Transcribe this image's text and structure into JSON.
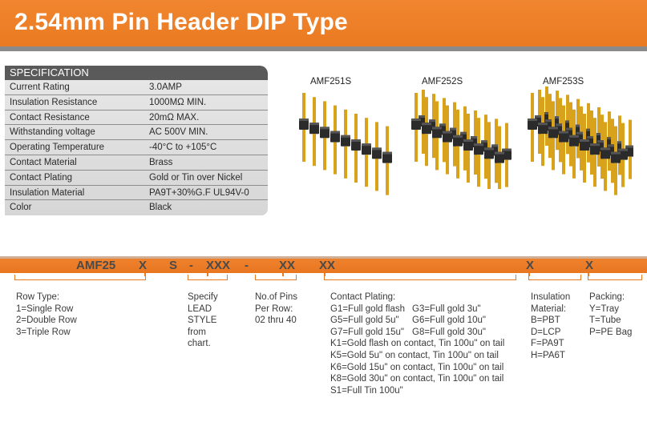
{
  "header": {
    "title": "2.54mm Pin Header  DIP Type"
  },
  "spec": {
    "heading": "SPECIFICATION",
    "rows": [
      {
        "label": "Current Rating",
        "value": "3.0AMP"
      },
      {
        "label": "Insulation Resistance",
        "value": "1000MΩ MIN."
      },
      {
        "label": "Contact Resistance",
        "value": "20mΩ MAX."
      },
      {
        "label": "Withstanding voltage",
        "value": "AC 500V MIN."
      },
      {
        "label": "Operating Temperature",
        "value": "-40°C to +105°C"
      },
      {
        "label": "Contact Material",
        "value": "Brass"
      },
      {
        "label": "Contact Plating",
        "value": "Gold or Tin over Nickel"
      },
      {
        "label": "Insulation Material",
        "value": "PA9T+30%G.F UL94V-0"
      },
      {
        "label": "Color",
        "value": "Black"
      }
    ]
  },
  "products": [
    {
      "name": "AMF251S",
      "rows": 1
    },
    {
      "name": "AMF252S",
      "rows": 2
    },
    {
      "name": "AMF253S",
      "rows": 3
    }
  ],
  "part_code": {
    "segments": [
      "AMF25",
      "X",
      "S",
      "-",
      "XXX",
      "-",
      "XX",
      "XX",
      "X",
      "X"
    ]
  },
  "descriptions": {
    "row_type": [
      "Row Type:",
      "1=Single Row",
      "2=Double Row",
      "3=Triple Row"
    ],
    "lead_style": [
      "Specify",
      "LEAD",
      "STYLE",
      "from",
      "chart."
    ],
    "pins": [
      "No.of Pins",
      "Per Row:",
      "02 thru 40"
    ],
    "plating_title": "Contact  Plating:",
    "plating_col1": [
      "G1=Full gold flash",
      "G5=Full gold 5u\"",
      "G7=Full gold 15u\""
    ],
    "plating_col2": [
      "G3=Full gold 3u\"",
      "G6=Full gold 10u\"",
      "G8=Full gold 30u\""
    ],
    "plating_lines": [
      "K1=Gold flash on contact, Tin 100u\"  on tail",
      "K5=Gold 5u\" on contact, Tin 100u\"  on tail",
      "K6=Gold 15u\" on contact, Tin 100u\"  on tail",
      "K8=Gold 30u\" on contact, Tin 100u\"  on tail",
      "S1=Full  Tin 100u\""
    ],
    "insulation": [
      "Insulation",
      "Material:",
      "B=PBT",
      "D=LCP",
      "F=PA9T",
      "H=PA6T"
    ],
    "packing": [
      "Packing:",
      "Y=Tray",
      "T=Tube",
      "P=PE Bag"
    ]
  },
  "colors": {
    "accent": "#ea7a22",
    "pin_gold": "#d9a21c",
    "housing": "#2b2b2b"
  }
}
